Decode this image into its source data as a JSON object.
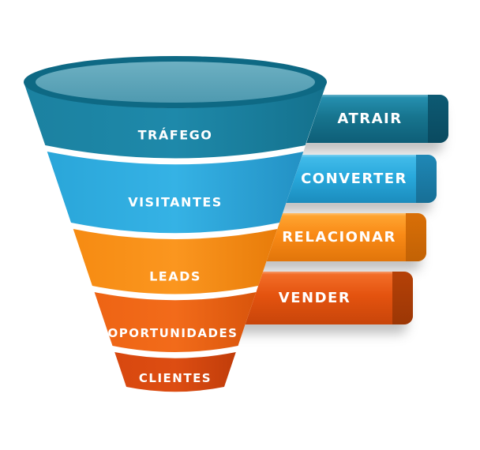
{
  "background_color": "#ffffff",
  "funnel": {
    "stages": [
      {
        "label": "TRÁFEGO",
        "color": "#1E89AA"
      },
      {
        "label": "VISITANTES",
        "color": "#2AA6D9"
      },
      {
        "label": "LEADS",
        "color": "#F68B12"
      },
      {
        "label": "OPORTUNIDADES",
        "color": "#EE6414"
      },
      {
        "label": "CLIENTES",
        "color": "#D8480F"
      }
    ],
    "top_opening_color": "#5BA3B9",
    "rim_color": "#0E6984",
    "text_color": "#FFFFFF"
  },
  "banners": [
    {
      "label": "ATRAIR",
      "color": "#17758F"
    },
    {
      "label": "CONVERTER",
      "color": "#29A9DC"
    },
    {
      "label": "RELACIONAR",
      "color": "#F98A16"
    },
    {
      "label": "VENDER",
      "color": "#E4530F"
    }
  ]
}
